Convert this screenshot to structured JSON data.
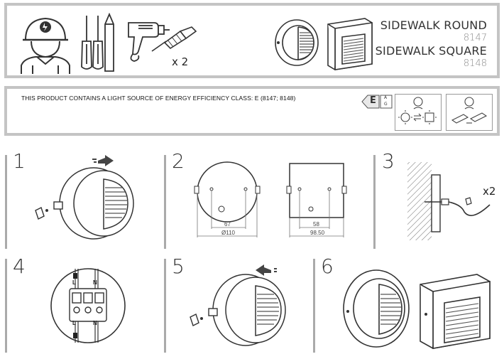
{
  "header": {
    "product_1_name": "SIDEWALK ROUND",
    "product_1_code": "8147",
    "product_2_name": "SIDEWALK SQUARE",
    "product_2_code": "8148",
    "screw_count": "x 2"
  },
  "energy": {
    "notice": "THIS PRODUCT CONTAINS A LIGHT SOURCE OF ENERGY EFFICIENCY CLASS: E (8147; 8148)",
    "class_letter": "E",
    "scale_top": "A",
    "scale_bottom": "G"
  },
  "steps": [
    {
      "number": "1"
    },
    {
      "number": "2",
      "dim_inner_round": "67",
      "dim_outer_round": "Ø110",
      "dim_inner_square": "58",
      "dim_outer_square": "98.50"
    },
    {
      "number": "3",
      "count": "x2"
    },
    {
      "number": "4",
      "terminal_l": "L",
      "terminal_n": "N",
      "terminal_l_bottom": "L",
      "terminal_n_bottom": "N"
    },
    {
      "number": "5"
    },
    {
      "number": "6"
    }
  ],
  "colors": {
    "frame": "#c4c4c4",
    "ink": "#333333",
    "muted": "#888888"
  }
}
